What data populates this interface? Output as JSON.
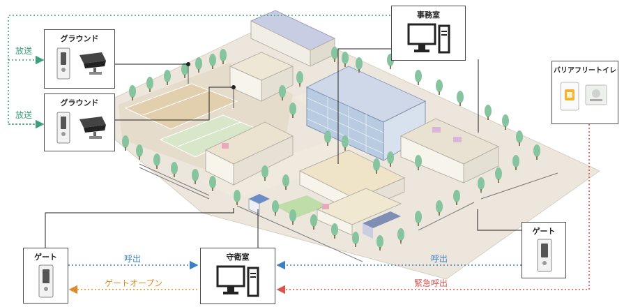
{
  "boxes": {
    "office": "事務室",
    "ground_top": "グラウンド",
    "ground_bottom": "グラウンド",
    "barrier_free_toilet": "バリアフリートイレ",
    "gate_left": "ゲート",
    "gate_right": "ゲート",
    "guard_room": "守衛室"
  },
  "arrows": {
    "broadcast_top": "放送",
    "broadcast_bottom": "放送",
    "call_left": "呼出",
    "gate_open": "ゲートオープン",
    "call_right": "呼出",
    "emergency_call": "緊急呼出"
  },
  "colors": {
    "broadcast": "#3aa07a",
    "call": "#3b7fc4",
    "gate_open": "#e08a2a",
    "emergency": "#d9534f",
    "ground": "#ece6dc",
    "lawn": "#d9e8c8",
    "tree": "#7fbf9a",
    "building": "#f4f1ea"
  },
  "icons": [
    "monitor-icon",
    "intercom-icon",
    "camera-icon",
    "call-button-icon",
    "building-icon",
    "tree-icon"
  ]
}
